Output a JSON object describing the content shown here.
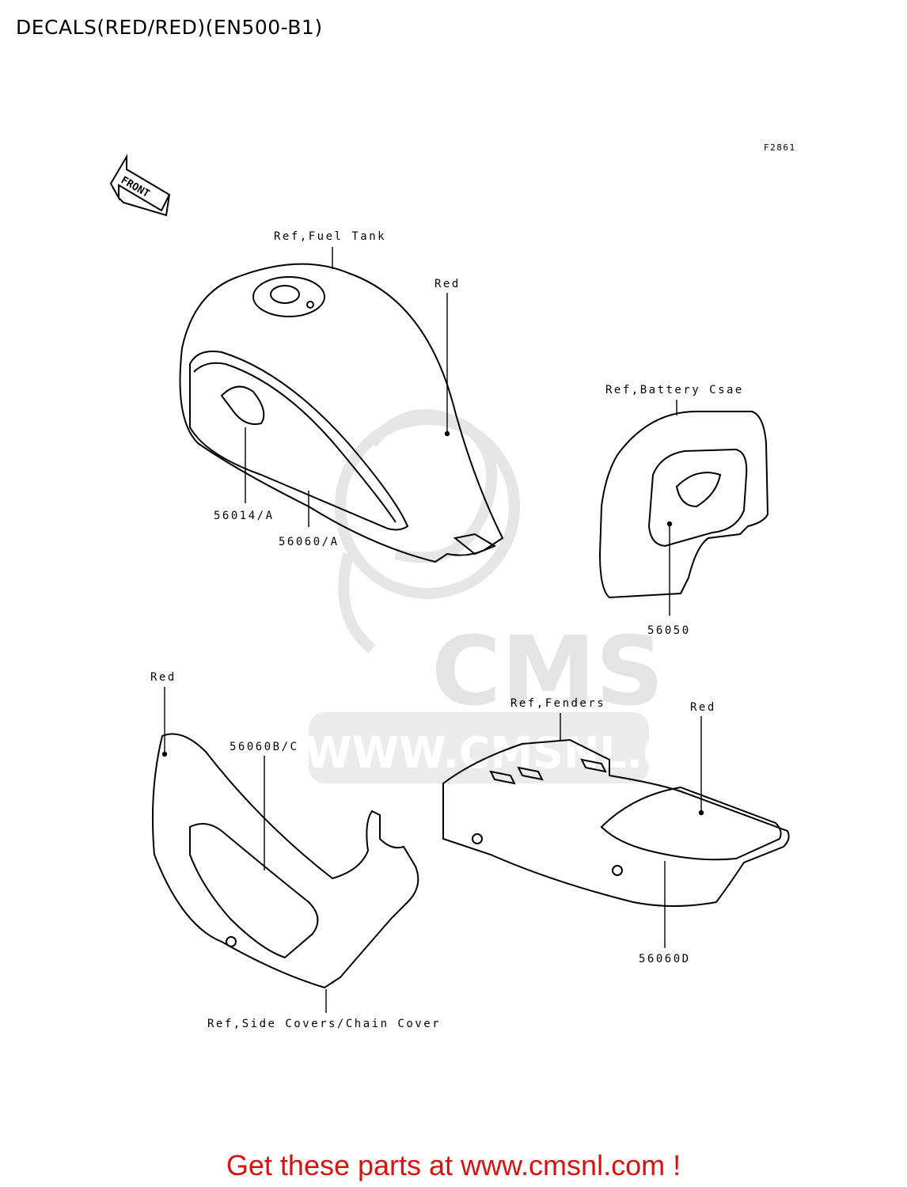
{
  "page_title": "DECALS(RED/RED)(EN500-B1)",
  "figure_code": "F2861",
  "front_arrow_label": "FRONT",
  "watermark": {
    "logo_text": "CMS",
    "url_text": "WWW.CMSNL.COM"
  },
  "labels": {
    "ref_fuel_tank": "Ref,Fuel Tank",
    "red_tank": "Red",
    "ref_battery_case": "Ref,Battery Csae",
    "part_56014a": "56014/A",
    "part_56060a": "56060/A",
    "part_56050": "56050",
    "red_side_cover": "Red",
    "part_56060bc": "56060B/C",
    "ref_fenders": "Ref,Fenders",
    "red_fender": "Red",
    "part_56060d": "56060D",
    "ref_side_covers": "Ref,Side Covers/Chain Cover"
  },
  "footer": {
    "text": "Get these parts at www.cmsnl.com !"
  },
  "colors": {
    "footer": "#d51313",
    "watermark": "#e4e4e4",
    "line": "#000000"
  }
}
